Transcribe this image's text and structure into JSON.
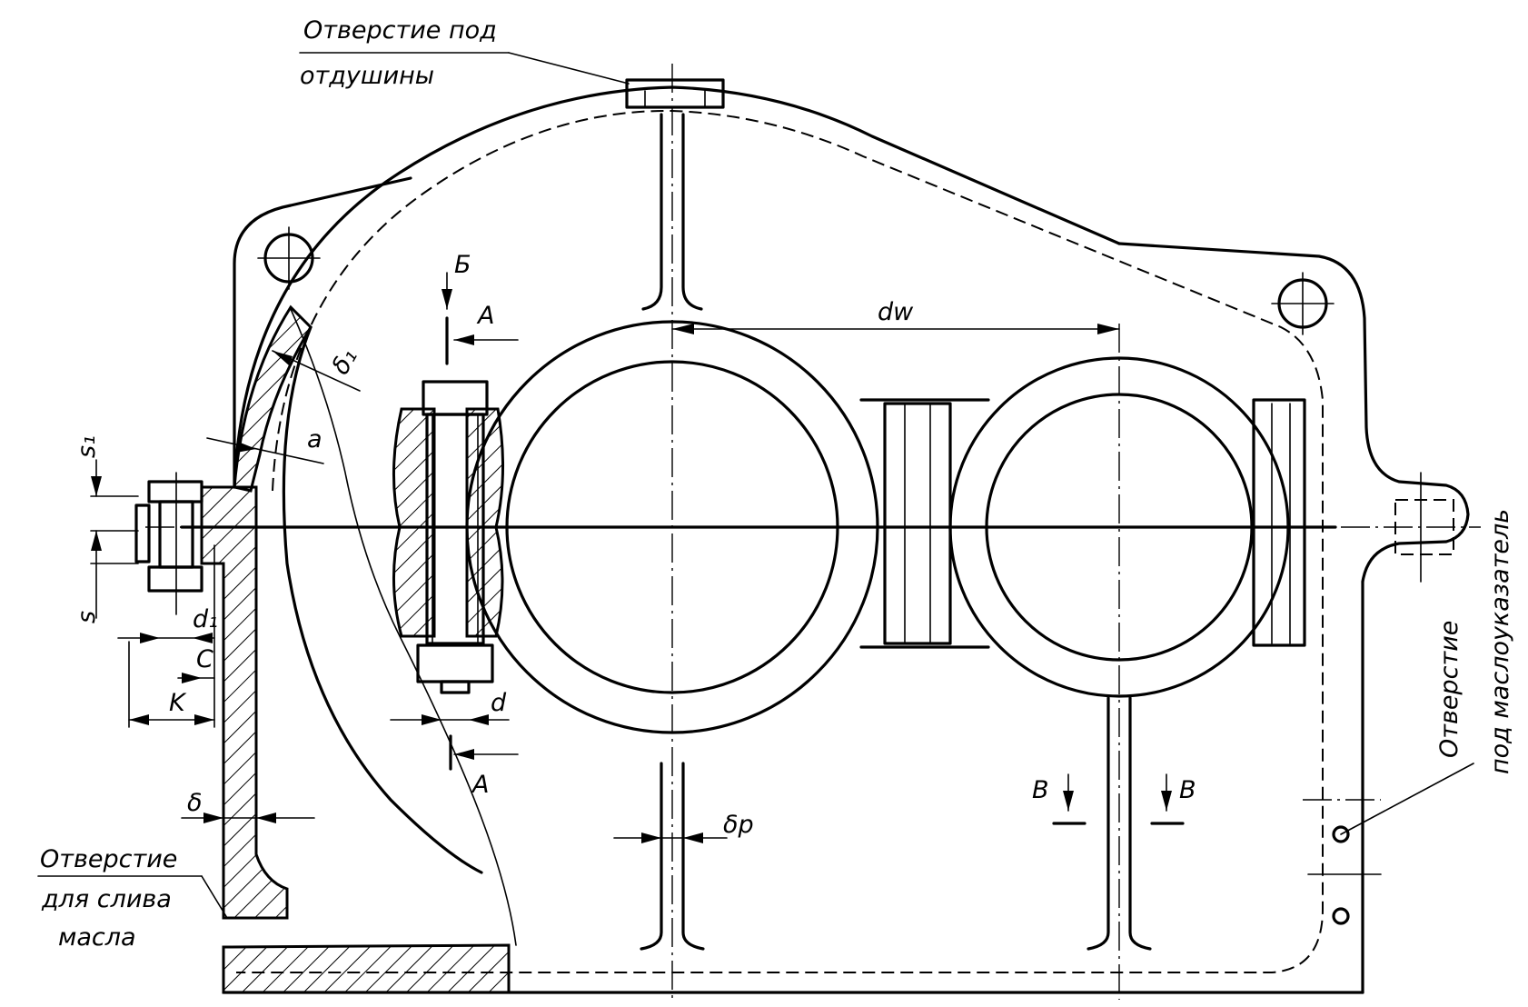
{
  "notes": {
    "vent": [
      "Отверстие под",
      "отдушины"
    ],
    "drain": [
      "Отверстие",
      "для слива",
      "масла"
    ],
    "gauge": [
      "Отверстие",
      "под маслоуказатель"
    ]
  },
  "labels": {
    "s1": "s₁",
    "s": "s",
    "delta1": "δ₁",
    "a": "a",
    "d1": "d₁",
    "c": "C",
    "k": "K",
    "delta": "δ",
    "delta_p": "δp",
    "d": "d",
    "dw": "dw",
    "section_b": "Б",
    "section_a_top": "A",
    "section_a_bottom": "A",
    "section_v_left": "B",
    "section_v_right": "B"
  }
}
